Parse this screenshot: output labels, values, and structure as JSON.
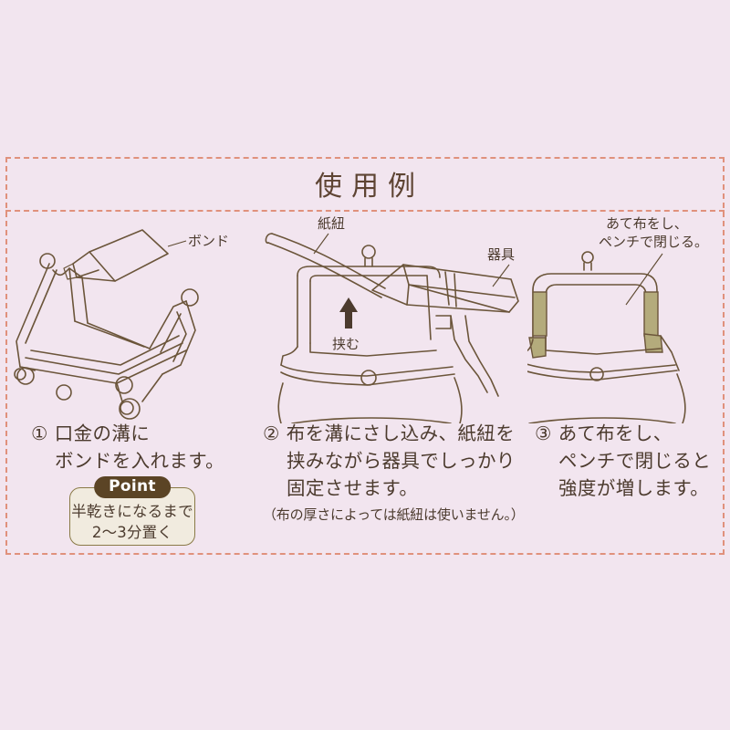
{
  "panel": {
    "title": "使用例"
  },
  "steps": [
    {
      "number": "①",
      "caption_lines": [
        "口金の溝に",
        "ボンドを入れます。"
      ],
      "art_labels": [
        {
          "name": "bond",
          "text": "ボンド"
        }
      ],
      "point": {
        "badge": "Point",
        "lines": [
          "半乾きになるまで",
          "2〜3分置く"
        ]
      }
    },
    {
      "number": "②",
      "caption_lines": [
        "布を溝にさし込み、紙紐を",
        "挟みながら器具でしっかり",
        "固定させます。"
      ],
      "caption_note": "（布の厚さによっては紙紐は使いません。）",
      "art_labels": [
        {
          "name": "paper-cord",
          "text": "紙紐"
        },
        {
          "name": "tool",
          "text": "器具"
        },
        {
          "name": "pinch",
          "text": "挟む"
        }
      ]
    },
    {
      "number": "③",
      "caption_lines": [
        "あて布をし、",
        "ペンチで閉じると",
        "強度が増します。"
      ],
      "art_labels": [
        {
          "name": "backing-cloth-line1",
          "text": "あて布をし、"
        },
        {
          "name": "backing-cloth-line2",
          "text": "ペンチで閉じる。"
        }
      ]
    }
  ],
  "colors": {
    "background": "#f2e5ef",
    "dashed_border": "#e0917c",
    "ink": "#6b553a",
    "text": "#4c3b2e",
    "title": "#5e4433",
    "cloth": "#b4ab7c",
    "point_badge_bg": "#5b4425",
    "point_box_bg": "#f1ebdf",
    "point_box_border": "#8a7a47"
  }
}
